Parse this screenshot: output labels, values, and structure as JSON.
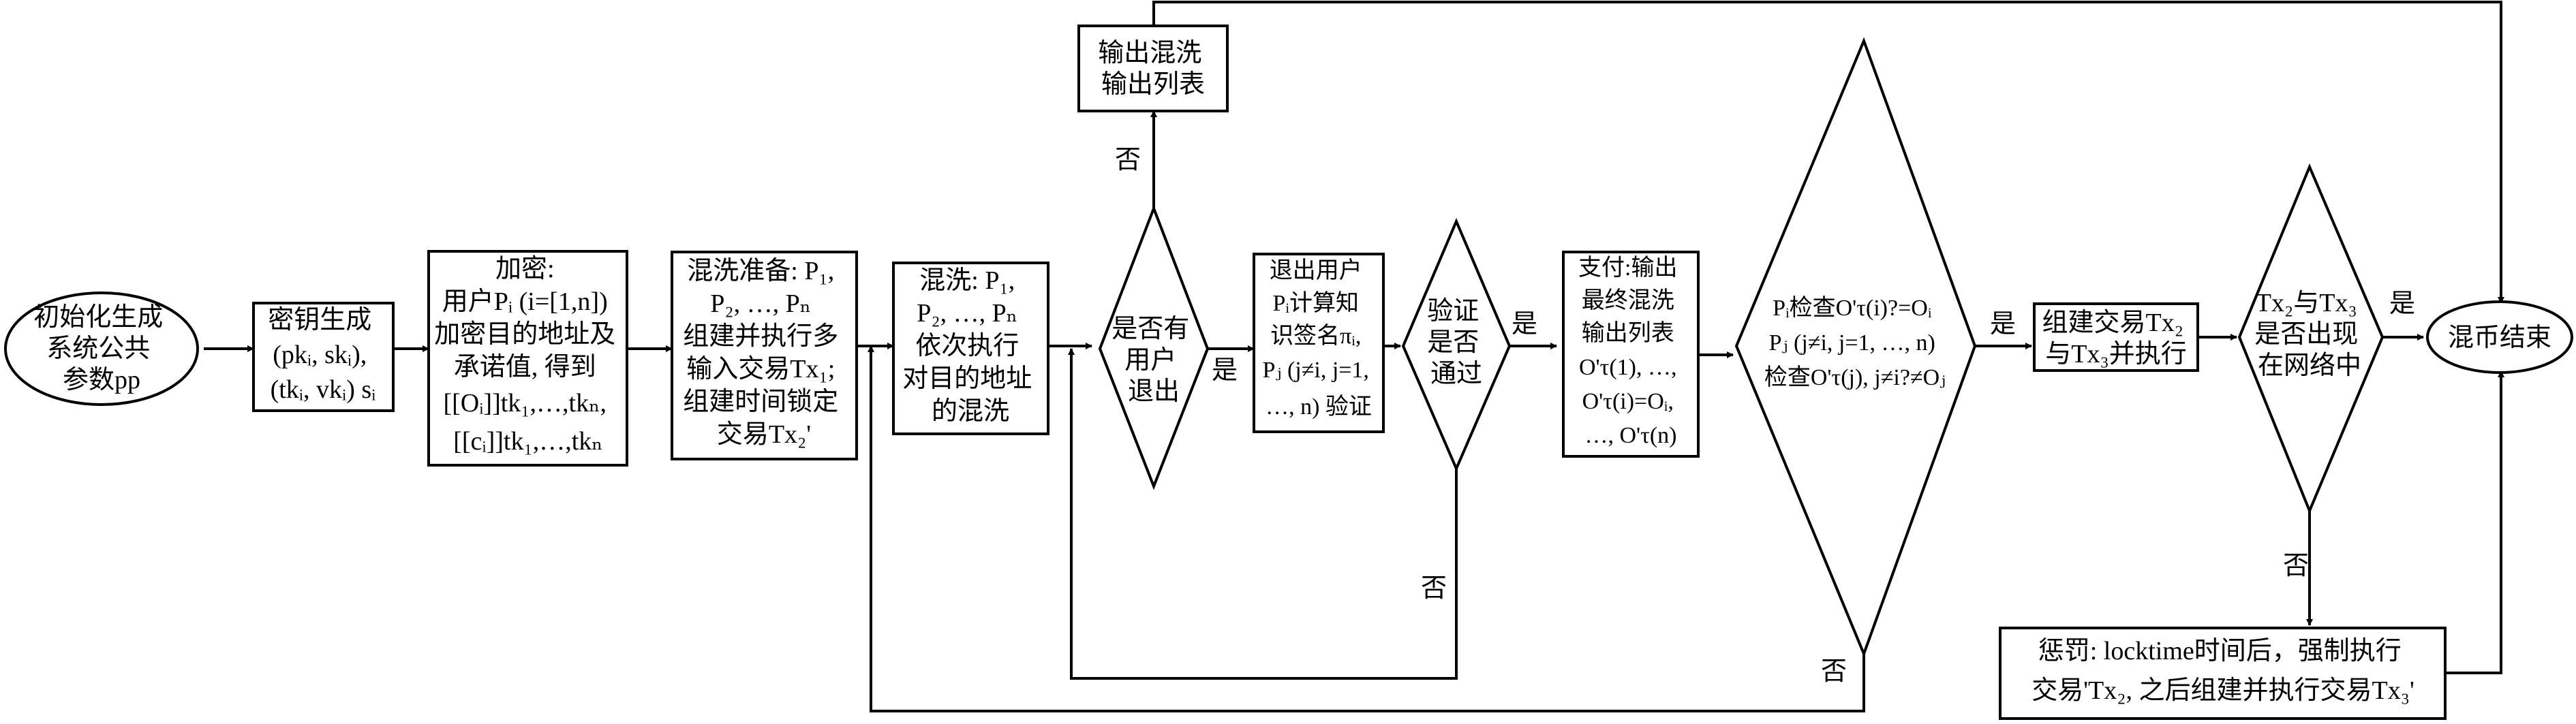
{
  "nodes": {
    "init": [
      "初始化生成",
      "系统公共",
      "参数pp"
    ],
    "keygen": [
      "密钥生成",
      "(pkᵢ, skᵢ),",
      "(tkᵢ, vkᵢ) sᵢ"
    ],
    "encrypt": [
      "加密:",
      "用户Pᵢ (i=[1,n])",
      "加密目的地址及",
      "承诺值, 得到",
      "[[Oᵢ]]tk₁,…,tkₙ,",
      "[[cᵢ]]tk₁,…,tkₙ"
    ],
    "prepare": [
      "混洗准备: P₁,",
      "P₂, …, Pₙ",
      "组建并执行多",
      "输入交易Tx₁;",
      "组建时间锁定",
      "交易Tx₂'"
    ],
    "shuffle": [
      "混洗: P₁,",
      "P₂, …, Pₙ",
      "依次执行",
      "对目的地址",
      "的混洗"
    ],
    "exit_q": [
      "是否有",
      "用户",
      "退出"
    ],
    "exit_user": [
      "退出用户",
      "Pᵢ计算知",
      "识签名πᵢ,",
      "Pⱼ (j≠i, j=1,",
      "…, n) 验证"
    ],
    "verify_q": [
      "验证",
      "是否",
      "通过"
    ],
    "pay": [
      "支付:输出",
      "最终混洗",
      "输出列表",
      "O'τ(1), …,",
      "O'τ(i)=Oᵢ,",
      "…, O'τ(n)"
    ],
    "check_q": [
      "Pᵢ检查O'τ(i)?=Oᵢ",
      "Pⱼ (j≠i, j=1, …, n)",
      "检查O'τ(j), j≠i?≠Oⱼ"
    ],
    "build_tx": [
      "组建交易Tx₂",
      "与Tx₃并执行"
    ],
    "tx_q": [
      "Tx₂与Tx₃",
      "是否出现",
      "在网络中"
    ],
    "end": [
      "混币结束"
    ],
    "output_list": [
      "输出混洗",
      "输出列表"
    ],
    "penalty": [
      "惩罚: locktime时间后，强制执行",
      "交易'Tx₂, 之后组建并执行交易Tx₃'"
    ]
  },
  "edge_labels": {
    "no_exit_top": "否",
    "yes_exit": "是",
    "yes_verify": "是",
    "no_verify": "否",
    "yes_check": "是",
    "no_check": "否",
    "yes_tx": "是",
    "no_tx": "否"
  }
}
